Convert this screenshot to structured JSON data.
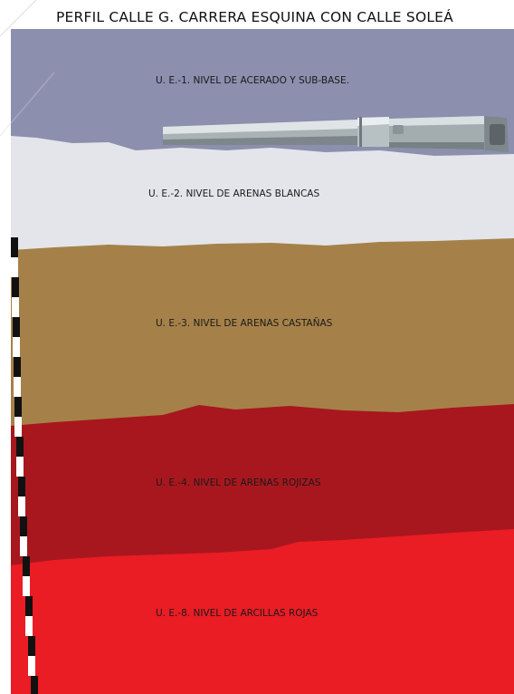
{
  "title": "PERFIL CALLE G. CARRERA ESQUINA CON CALLE SOLEÁ",
  "layers": [
    {
      "label": "U. E.-1. NIVEL DE ACERADO Y SUB-BASE.",
      "color": "#8c8fae"
    },
    {
      "label": "U. E.-2. NIVEL DE ARENAS BLANCAS",
      "color": "#e3e5ea"
    },
    {
      "label": "U. E.-3. NIVEL DE ARENAS CASTAÑAS",
      "color": "#a58149"
    },
    {
      "label": "U. E.-4. NIVEL DE ARENAS ROJIZAS",
      "color": "#a8171e"
    },
    {
      "label": "U. E.-8. NIVEL DE ARCILLAS ROJAS",
      "color": "#ea1c24"
    }
  ],
  "pipe_icon": "pipe-icon",
  "scale_bar_icon": "scale-bar-icon"
}
